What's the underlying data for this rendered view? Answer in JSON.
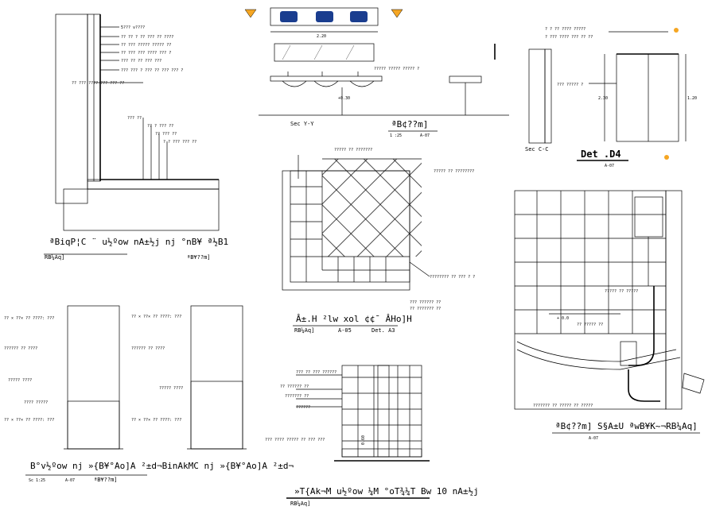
{
  "colors": {
    "ink": "#000000",
    "paper": "#ffffff",
    "hatch": "#555555",
    "sink_fill": "#1a3d8f",
    "arrow_fill": "#f5a623"
  },
  "detail_tl": {
    "title": "ªBiqP¦C ¨ u½ºow nA±½j nj °nB¥ ª½B1",
    "title2": "RB¼Aq]",
    "subtitle": "ªB¥??m]",
    "notes": [
      "5??? v????",
      "?? ?? ? ?? ??? ?? ????",
      "?? ??? ????? ????? ??",
      "?? ??? ??? ???? ??? ?",
      "??? ?? ?? ??? ???",
      "??? ??? ? ??? ?? ??? ??? ?",
      "?? ??? ???? ??? ??? ??",
      "??? ??",
      "?? ? ??? ??",
      "?? ??? ??",
      "? ? ??? ??? ??"
    ]
  },
  "detail_tc": {
    "dim": "2.20",
    "title": "ªB¢??m]",
    "scale": "1 :25",
    "sheet": "A-07",
    "section": "Sec Y-Y",
    "note": "????? ????? ????? ?",
    "elev": "+0.30"
  },
  "detail_tr": {
    "title": "Det .D4",
    "scale": "A-07",
    "section": "Sec C-C",
    "notes": [
      "? ? ?? ???? ?????",
      "? ??? ???? ??? ?? ??",
      "??? ????? ?"
    ],
    "dims": [
      "2.30",
      "1.20"
    ]
  },
  "detail_mid": {
    "title": "Â±.H ²lw xol ¢¢¯ ÂHo]H",
    "title2": "RB¼Aq]",
    "sheet": "A-05",
    "det": "Det. A3",
    "notes": [
      "????? ?? ???????",
      "????? ?? ????????",
      "???????? ?? ??? ? ?",
      "??? ?????? ??",
      "?? ??????? ??"
    ]
  },
  "detail_bl": {
    "title": "B°v½ºow nj »{B¥°Ao]A ²±d¬BinAkMC nj »{B¥°Ao]A ²±d¬",
    "scale": "Sc 1:25",
    "sheet": "A-07",
    "subtitle": "ªB¥??m]",
    "notes": [
      "?? × ??× ?? ????: ???",
      "?????? ?? ????",
      "????? ????",
      "???? ?????",
      "?? × ??× ?? ????: ???"
    ]
  },
  "detail_bc": {
    "title": "»T{Ak¬M u½ºow ¼M °oT¾¼T Bw 10 nA±½j",
    "title2": "RB¼Aq]",
    "notes": [
      "??? ?? ??? ??????",
      "?? ?????? ??",
      "??????? ??",
      "??????",
      "??? ???? ????? ?? ??? ???"
    ],
    "dim": "0.60"
  },
  "detail_br": {
    "title": "ªB¢??m] S§A±U ªwB¥K~¬RB¼Aq]",
    "scale": "A-07",
    "notes": [
      "????? ?? ?????",
      "+ 0.0",
      "?? ????? ??",
      "??????? ?? ????? ?? ?????"
    ]
  }
}
